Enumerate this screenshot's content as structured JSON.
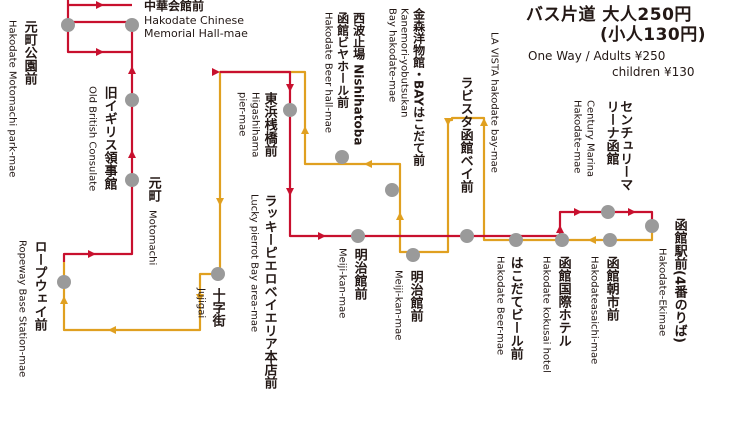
{
  "fare": {
    "line1_ja": "バス片道  大人250円",
    "line2_ja": "(小人130円)",
    "line1_en": "One Way / Adults ¥250",
    "line2_en": "children ¥130"
  },
  "colors": {
    "red_route": "#c8102e",
    "yellow_route": "#e0a020",
    "stop_marker": "#9a9a9a",
    "text": "#231815"
  },
  "stops": {
    "chinese_memorial": {
      "ja": "中華会館前",
      "en1": "Hakodate Chinese",
      "en2": "Memorial Hall-mae"
    },
    "motomachi_park": {
      "ja": "元町公園前",
      "en": "Hakodate Motomachi park-mae"
    },
    "british_consulate": {
      "ja": "旧イギリス領事館",
      "en": "Old British Consulate"
    },
    "motomachi": {
      "ja": "元町",
      "en": "Motomachi"
    },
    "ropeway": {
      "ja": "ロープウェイ前",
      "en": "Ropeway Base Station-mae"
    },
    "jujigai": {
      "ja": "十字街",
      "en": "Jujigai"
    },
    "higashihama": {
      "ja": "東浜桟橋前",
      "en1": "Higashihama",
      "en2": "pier-mae"
    },
    "lucky_pierrot": {
      "ja": "ラッキーピエロベイエリア本店前",
      "en": "Lucky pierrot Bay area-mae"
    },
    "nishihatoba": {
      "ja1": "西波止場 Nishihatoba",
      "ja2": "函館ビヤホール前",
      "en": "Hakodate Beer hall-mae"
    },
    "kanemori": {
      "ja": "金森洋物館・BAYはこだて前",
      "en1": "Kanemori-yobutsukan",
      "en2": "Bay hakodate-mae"
    },
    "meiji_kan_1": {
      "ja": "明治館前",
      "en": "Meiji-kan-mae"
    },
    "meiji_kan_2": {
      "ja": "明治館前",
      "en": "Meiji-kan-mae"
    },
    "la_vista": {
      "ja": "ラビスタ函館ベイ前",
      "en": "LA VISTA hakodate bay-mae"
    },
    "hakodate_beer": {
      "ja": "はこだてビール前",
      "en": "Hakodate Beer-mae"
    },
    "kokusai_hotel": {
      "ja": "函館国際ホテル",
      "en": "Hakodate kokusai hotel"
    },
    "asaichi": {
      "ja": "函館朝市前",
      "en": "Hakodateasaichi-mae"
    },
    "century_marina": {
      "ja": "センチュリーマリーナ函館",
      "en1": "Century Marina",
      "en2": "Hakodate-mae"
    },
    "ekimae": {
      "ja": "函館駅前(4番のりば)",
      "en": "Hakodate-Ekimae"
    }
  }
}
